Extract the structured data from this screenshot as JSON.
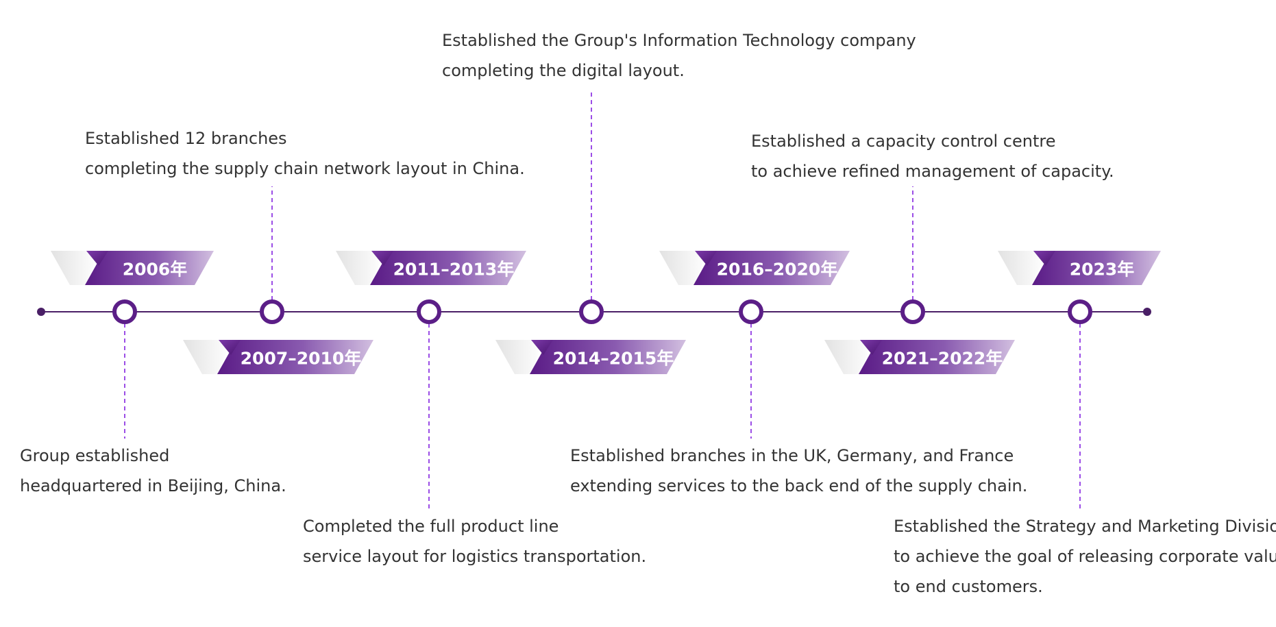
{
  "colors": {
    "accent": "#5b1e87",
    "line": "#4a1f66",
    "dashed": "#9b4de6",
    "text": "#333333",
    "tag_light": "#cdb6dd"
  },
  "milestones": [
    {
      "year": "2006年",
      "lines": [
        "Group established",
        "headquartered in Beijing, China."
      ]
    },
    {
      "year": "2007–2010年",
      "lines": [
        "Established 12 branches",
        "completing the supply chain network layout in China."
      ]
    },
    {
      "year": "2011–2013年",
      "lines": [
        "Completed the full product line",
        "service layout for logistics transportation."
      ]
    },
    {
      "year": "2014–2015年",
      "lines": [
        "Established the Group's Information Technology company",
        "completing the digital layout."
      ]
    },
    {
      "year": "2016–2020年",
      "lines": [
        "Established branches in the UK, Germany, and France",
        "extending services to the back end of the supply chain."
      ]
    },
    {
      "year": "2021–2022年",
      "lines": [
        "Established a capacity control centre",
        "to achieve refined management of capacity."
      ]
    },
    {
      "year": "2023年",
      "lines": [
        "Established the Strategy and Marketing Division",
        "to achieve the goal of releasing corporate value",
        "to end customers."
      ]
    }
  ]
}
